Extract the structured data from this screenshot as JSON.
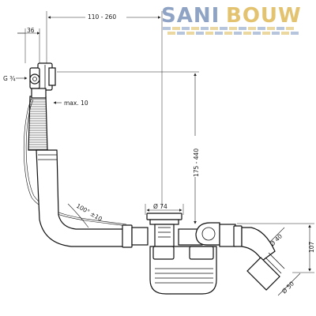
{
  "logo": {
    "word1": "SANI",
    "word2": "BOUW",
    "color1": "#8fa3c4",
    "color2": "#e3c270",
    "brick_colors": [
      "#b6c4dc",
      "#ead8a0"
    ]
  },
  "dimensions": {
    "width_36": "36",
    "horizontal_range": "110 - 260",
    "thread": "G ¾",
    "max_10": "max. 10",
    "vertical_range": "175 - 440",
    "angle": "100° ±10",
    "diameter_74": "Ø 74",
    "diameter_40": "Ø 40",
    "height_107": "107",
    "diameter_50": "Ø 50"
  }
}
